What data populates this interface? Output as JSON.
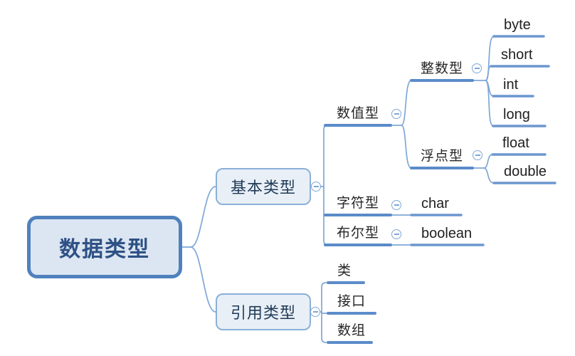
{
  "mindmap": {
    "root": {
      "label": "数据类型"
    },
    "branches": [
      {
        "label": "基本类型",
        "children": [
          {
            "label": "数值型",
            "children": [
              {
                "label": "整数型",
                "children": [
                  {
                    "label": "byte"
                  },
                  {
                    "label": "short"
                  },
                  {
                    "label": "int"
                  },
                  {
                    "label": "long"
                  }
                ]
              },
              {
                "label": "浮点型",
                "children": [
                  {
                    "label": "float"
                  },
                  {
                    "label": "double"
                  }
                ]
              }
            ]
          },
          {
            "label": "字符型",
            "children": [
              {
                "label": "char"
              }
            ]
          },
          {
            "label": "布尔型",
            "children": [
              {
                "label": "boolean"
              }
            ]
          }
        ]
      },
      {
        "label": "引用类型",
        "children": [
          {
            "label": "类"
          },
          {
            "label": "接口"
          },
          {
            "label": "数组"
          }
        ]
      }
    ],
    "collapse_icon": {
      "glyph": "minus-circle",
      "count": 7
    },
    "colors": {
      "root_border": "#4f81bd",
      "root_fill": "#dce6f2",
      "root_text": "#2e5185",
      "box_border": "#8ab0d8",
      "box_fill": "#e9eff6",
      "box_text": "#1f3a57",
      "branch_line_thick": "#5b8bc9",
      "branch_line_thin": "#6b97cf",
      "connector_line": "#7fa7d6",
      "leaf_text": "#1f1f1f",
      "background": "#ffffff"
    }
  }
}
